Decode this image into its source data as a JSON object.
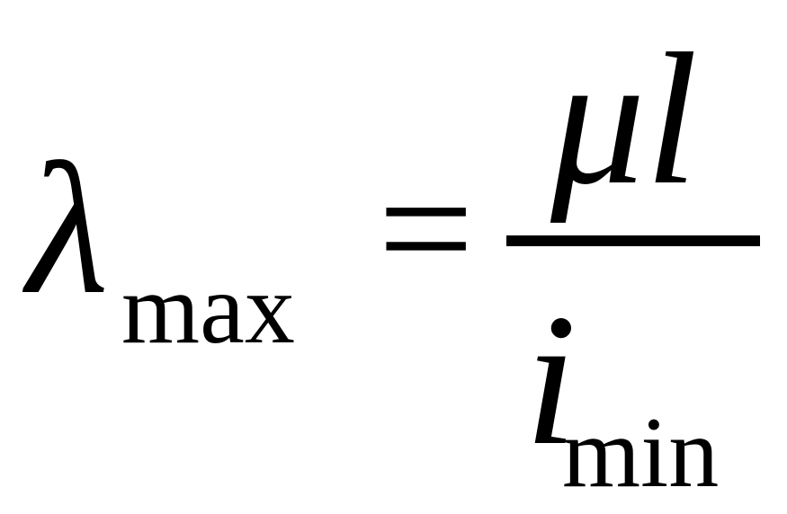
{
  "formula": {
    "lhs": {
      "symbol": "λ",
      "subscript": "max"
    },
    "operator": "=",
    "rhs": {
      "numerator": "μl",
      "denominator": {
        "symbol": "i",
        "subscript": "min"
      }
    }
  }
}
